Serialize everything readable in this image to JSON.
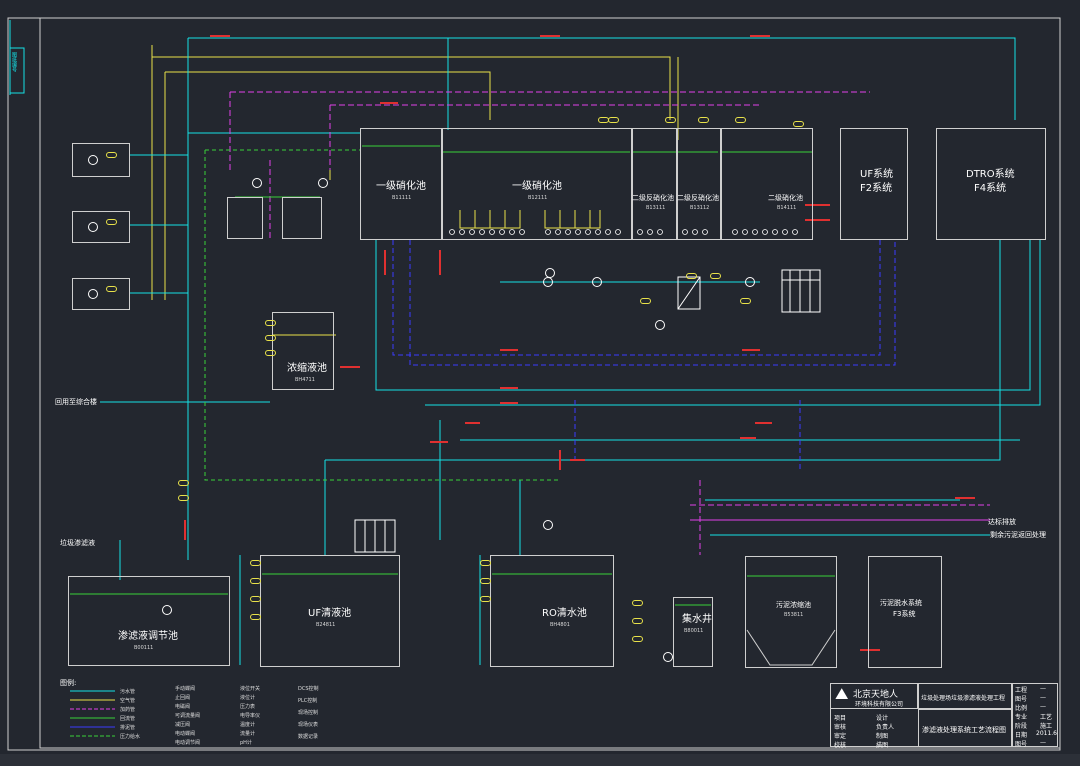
{
  "tanks": {
    "t1": {
      "name": "一级硝化池",
      "code": "B11111"
    },
    "t2": {
      "name": "一级硝化池",
      "code": "B12111"
    },
    "t3": {
      "name": "二级反硝化池",
      "code": "B13111"
    },
    "t4": {
      "name": "二级反硝化池",
      "code": "B13112"
    },
    "t5": {
      "name": "二级硝化池",
      "code": "B14111"
    },
    "uf": {
      "name": "UF系统",
      "code": "F2系统"
    },
    "dtro": {
      "name": "DTRO系统",
      "code": "F4系统"
    },
    "nf": {
      "name": "浓缩液池",
      "code": "BH4711"
    },
    "adj": {
      "name": "渗滤液调节池",
      "code": "B00111"
    },
    "ufc": {
      "name": "UF清液池",
      "code": "B24811"
    },
    "ro": {
      "name": "RO清水池",
      "code": "BH4801"
    },
    "sump": {
      "name": "集水井",
      "code": "B80011"
    },
    "sludge": {
      "name": "污泥浓缩池",
      "code": "B53811"
    },
    "sd": {
      "name": "污泥脱水系统",
      "code": "F3系统"
    }
  },
  "flows": {
    "reuse": "回用至综合楼",
    "inlet": "垃圾渗滤液",
    "discharge": "达标排放",
    "back": "剩余污泥返回处理"
  },
  "legend_title": "图例:",
  "legend": {
    "lines": [
      "污水管",
      "空气管",
      "加药管",
      "回流管",
      "排泥管",
      "压力给水"
    ],
    "symbols": [
      "手动蝶阀",
      "止回阀",
      "电磁阀",
      "可调流量阀",
      "减压阀",
      "电动蝶阀",
      "电动调节阀"
    ],
    "instruments": [
      "液位开关",
      "液位计",
      "压力表",
      "电导率仪",
      "温度计",
      "流量计",
      "pH计"
    ],
    "others": [
      "DCS控制",
      "PLC控制",
      "现场控制",
      "现场仪表",
      "数据记录"
    ]
  },
  "title_block": {
    "company_main": "北京天地人",
    "company_sub": "环境科技有限公司",
    "project": "垃圾处理场垃圾渗滤液处理工程",
    "drawing": "渗滤液处理系统工艺流程图",
    "rows_left": [
      "项目",
      "审核",
      "审定",
      "校核"
    ],
    "rows_mid": [
      "设计",
      "负责人",
      "制图",
      "描图"
    ],
    "right_labels": [
      "工程",
      "图号",
      "比例",
      "专业",
      "阶段",
      "日期",
      "图号"
    ],
    "right_values": [
      "—",
      "—",
      "—",
      "工艺",
      "施工",
      "2011.6",
      "—"
    ]
  },
  "side_tag": "图纸编号",
  "colors": {
    "cyan": "#16e0e6",
    "yellow": "#e9e24a",
    "magenta": "#e040e8",
    "green": "#3ad13a",
    "blue": "#3b3bff",
    "red": "#e03030",
    "white": "#ffffff"
  }
}
